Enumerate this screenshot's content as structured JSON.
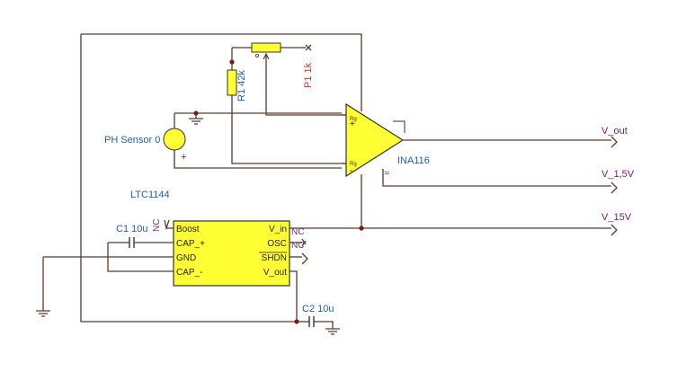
{
  "components": {
    "ph_sensor": {
      "label": "PH Sensor 0",
      "plus": "+"
    },
    "r1": {
      "label": "R1 42k"
    },
    "p1": {
      "label": "P1 1k"
    },
    "ina": {
      "label": "INA116",
      "pin_plus_ref": "Rg",
      "pin_minus_ref": "Rg",
      "guard": "≈"
    },
    "ltc": {
      "label": "LTC1144",
      "pins_left": [
        "Boost",
        "CAP_+",
        "GND",
        "CAP_-"
      ],
      "pins_right": [
        "V_in",
        "OSC",
        "SHDN",
        "V_out"
      ],
      "nc_left": "NC",
      "nc_right_1": "NC",
      "nc_right_2": "NC"
    },
    "c1": {
      "label": "C1 10u"
    },
    "c2": {
      "label": "C2 10u"
    }
  },
  "nets": {
    "v_out": "V_out",
    "v_1_5": "V_1,5V",
    "v_15": "V_15V"
  },
  "colors": {
    "wire": "#5a3a2a",
    "part_fill": "#ffff33",
    "part_stroke": "#333333",
    "label": "#1f5fa8",
    "net": "#7a1a6a",
    "junction": "#7a1a10"
  }
}
